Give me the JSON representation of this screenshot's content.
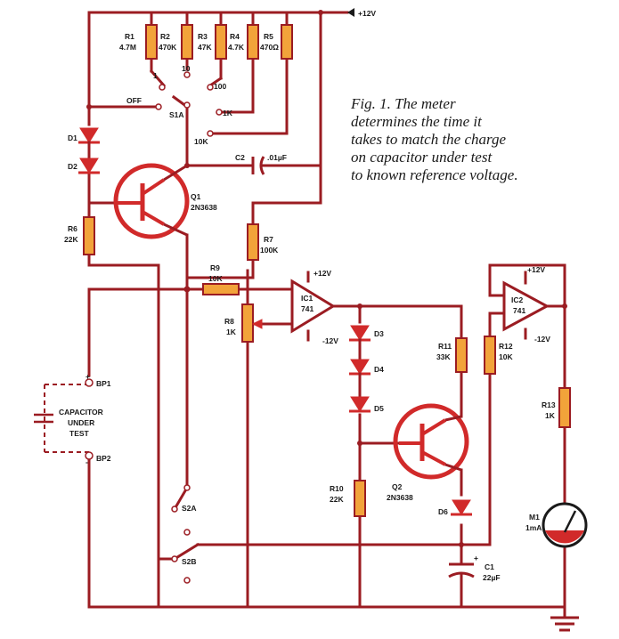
{
  "title": "",
  "caption": [
    "Fig. 1. The meter",
    "determines the time it",
    "takes to match the charge",
    "on capacitor under test",
    "to known reference voltage."
  ],
  "supply_label": "+12V",
  "resistors": {
    "r1": [
      "R1",
      "4.7M"
    ],
    "r2": [
      "R2",
      "470K"
    ],
    "r3": [
      "R3",
      "47K"
    ],
    "r4": [
      "R4",
      "4.7K"
    ],
    "r5": [
      "R5",
      "470Ω"
    ],
    "r6": [
      "R6",
      "22K"
    ],
    "r7": [
      "R7",
      "100K"
    ],
    "r8": [
      "R8",
      "1K"
    ],
    "r9": [
      "R9",
      "10K"
    ],
    "r10": [
      "R10",
      "22K"
    ],
    "r11": [
      "R11",
      "33K"
    ],
    "r12": [
      "R12",
      "10K"
    ],
    "r13": [
      "R13",
      "1K"
    ]
  },
  "switch_labels": {
    "s1a": "S1A",
    "off": "OFF",
    "pos1": "1",
    "pos10": "10",
    "pos100": "100",
    "pos1k": "1K",
    "pos10k": "10K",
    "s2a": "S2A",
    "s2b": "S2B"
  },
  "diodes": [
    "D1",
    "D2",
    "D3",
    "D4",
    "D5",
    "D6"
  ],
  "c2": "C2",
  "c2_value": ".01µF",
  "q1": [
    "Q1",
    "2N3638"
  ],
  "q2": [
    "Q2",
    "2N3638"
  ],
  "ic1": [
    "IC1",
    "741"
  ],
  "ic2": [
    "IC2",
    "741"
  ],
  "ic1_pos": "+12V",
  "ic1_neg": "-12V",
  "ic2_pos": "+12V",
  "ic2_neg": "-12V",
  "bp1": "BP1",
  "bp2": "BP2",
  "cut": [
    "CAPACITOR",
    "UNDER",
    "TEST"
  ],
  "c1": [
    "C1",
    "22µF"
  ],
  "meter": [
    "M1",
    "1mA"
  ],
  "plus": "+",
  "minus": "-"
}
